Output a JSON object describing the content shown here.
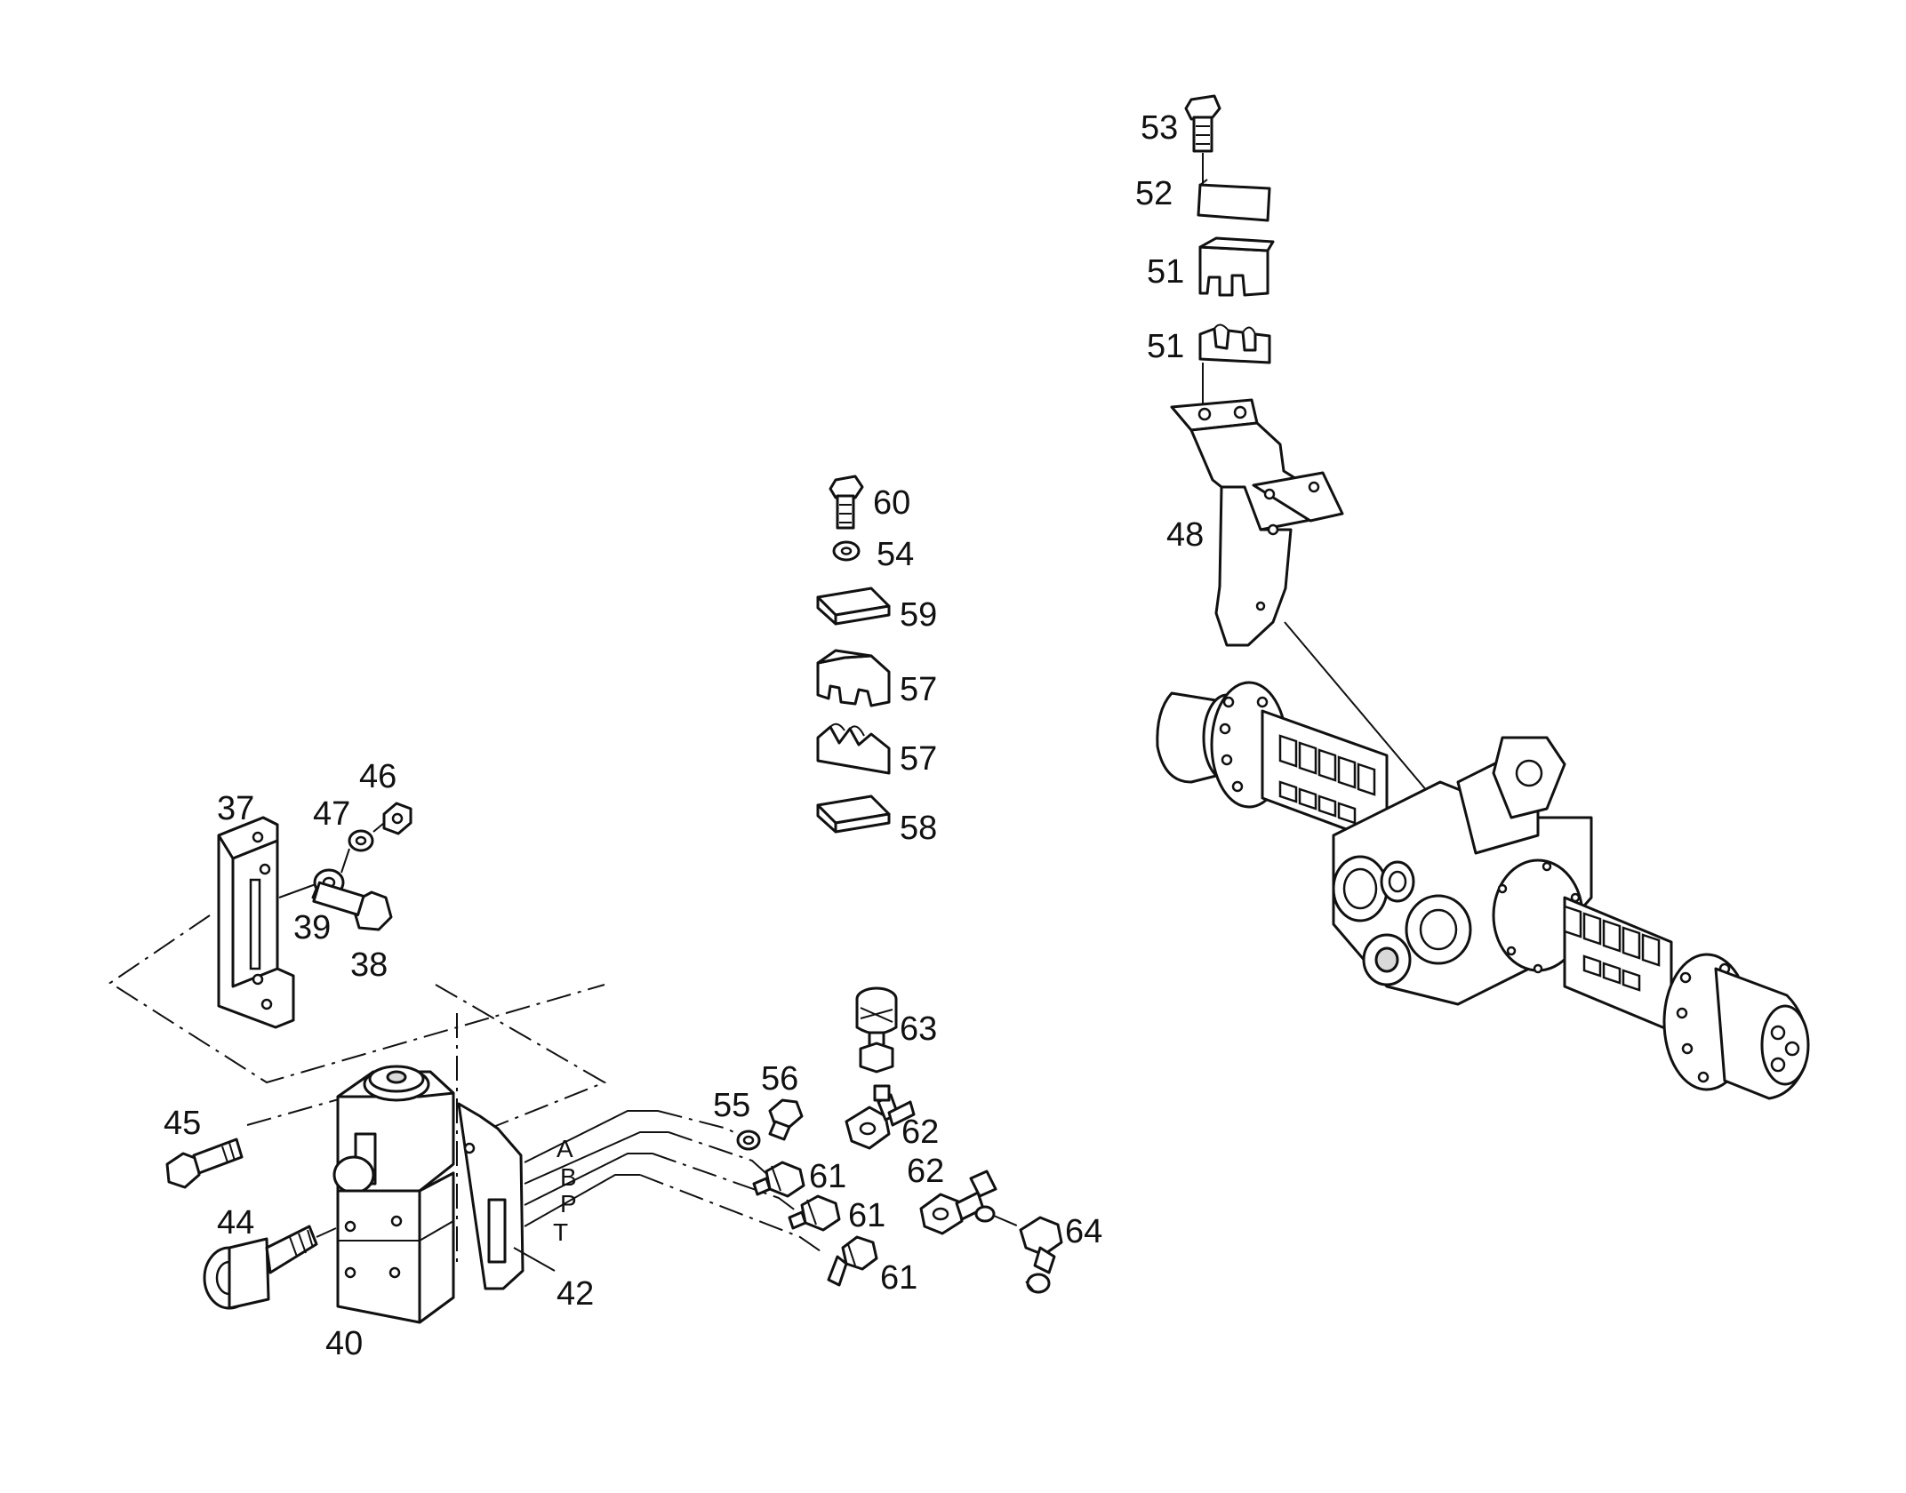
{
  "labels": {
    "l53": "53",
    "l52": "52",
    "l51a": "51",
    "l51b": "51",
    "l48": "48",
    "l60": "60",
    "l54": "54",
    "l59": "59",
    "l57a": "57",
    "l57b": "57",
    "l58": "58",
    "l37": "37",
    "l46": "46",
    "l47": "47",
    "l39": "39",
    "l38": "38",
    "l45": "45",
    "l44": "44",
    "l40": "40",
    "l42": "42",
    "l56": "56",
    "l55": "55",
    "l63": "63",
    "l62a": "62",
    "l62b": "62",
    "l61a": "61",
    "l61b": "61",
    "l61c": "61",
    "l64": "64"
  },
  "ports": {
    "a": "A",
    "b": "B",
    "p": "P",
    "t": "T"
  }
}
